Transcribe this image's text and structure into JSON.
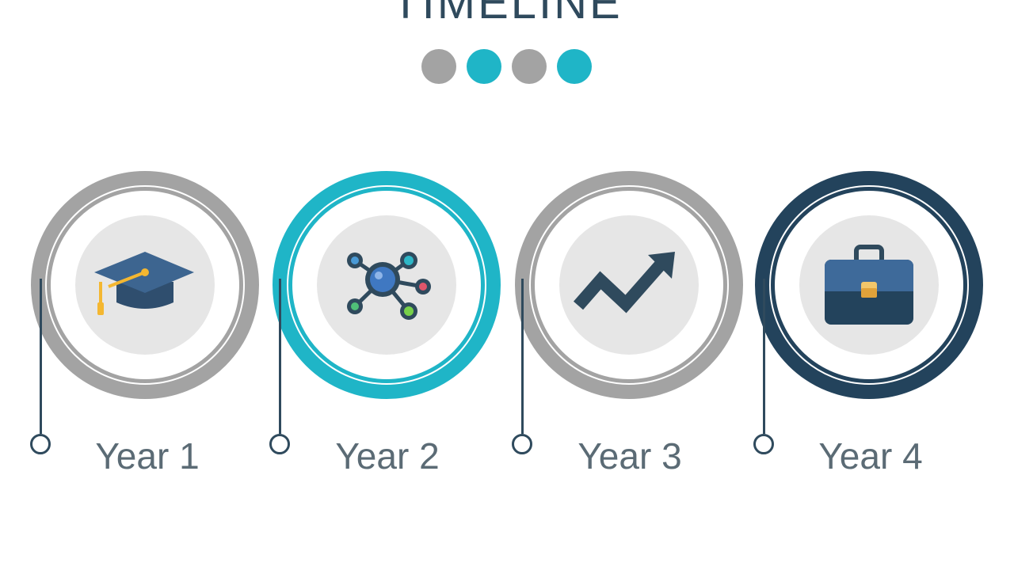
{
  "title": "TIMELINE",
  "colors": {
    "gray": "#a3a3a3",
    "teal": "#1fb5c7",
    "navy": "#23435c",
    "text": "#5b6b75"
  },
  "dots": [
    "gray",
    "teal",
    "gray",
    "teal"
  ],
  "steps": [
    {
      "label": "Year 1",
      "ring_color": "#a3a3a3",
      "icon": "graduation-cap-icon"
    },
    {
      "label": "Year 2",
      "ring_color": "#1fb5c7",
      "icon": "network-icon"
    },
    {
      "label": "Year 3",
      "ring_color": "#a3a3a3",
      "icon": "trend-arrow-icon"
    },
    {
      "label": "Year 4",
      "ring_color": "#23435c",
      "icon": "briefcase-icon"
    }
  ]
}
